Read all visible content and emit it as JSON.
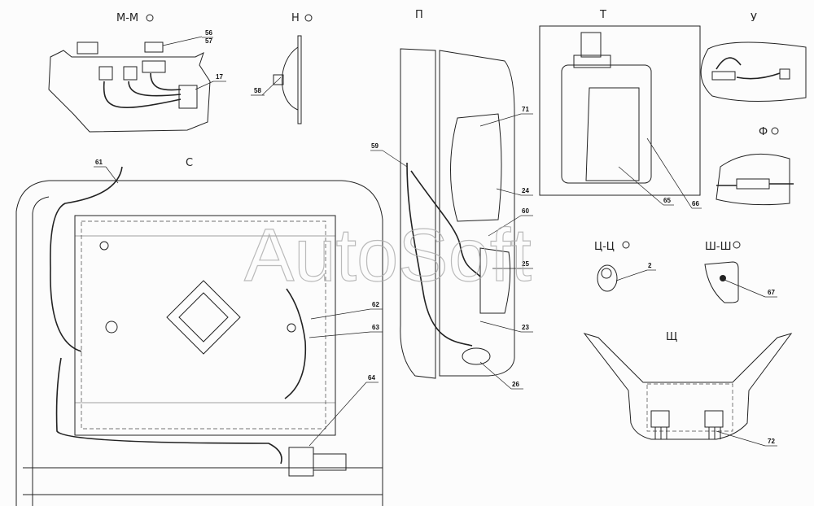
{
  "views": {
    "mm": "М-М",
    "n": "Н",
    "p": "П",
    "t": "Т",
    "u": "У",
    "f": "Ф",
    "s": "С",
    "tsts": "Ц-Ц",
    "shsh": "Ш-Ш",
    "shch": "Щ"
  },
  "callouts": {
    "c56": "56",
    "c57": "57",
    "c17": "17",
    "c58": "58",
    "c71": "71",
    "c59": "59",
    "c24": "24",
    "c60": "60",
    "c25": "25",
    "c23": "23",
    "c26": "26",
    "c65": "65",
    "c66": "66",
    "c2": "2",
    "c67": "67",
    "c72": "72",
    "c61": "61",
    "c62": "62",
    "c63": "63",
    "c64": "64"
  },
  "watermark": "AutoSoft"
}
